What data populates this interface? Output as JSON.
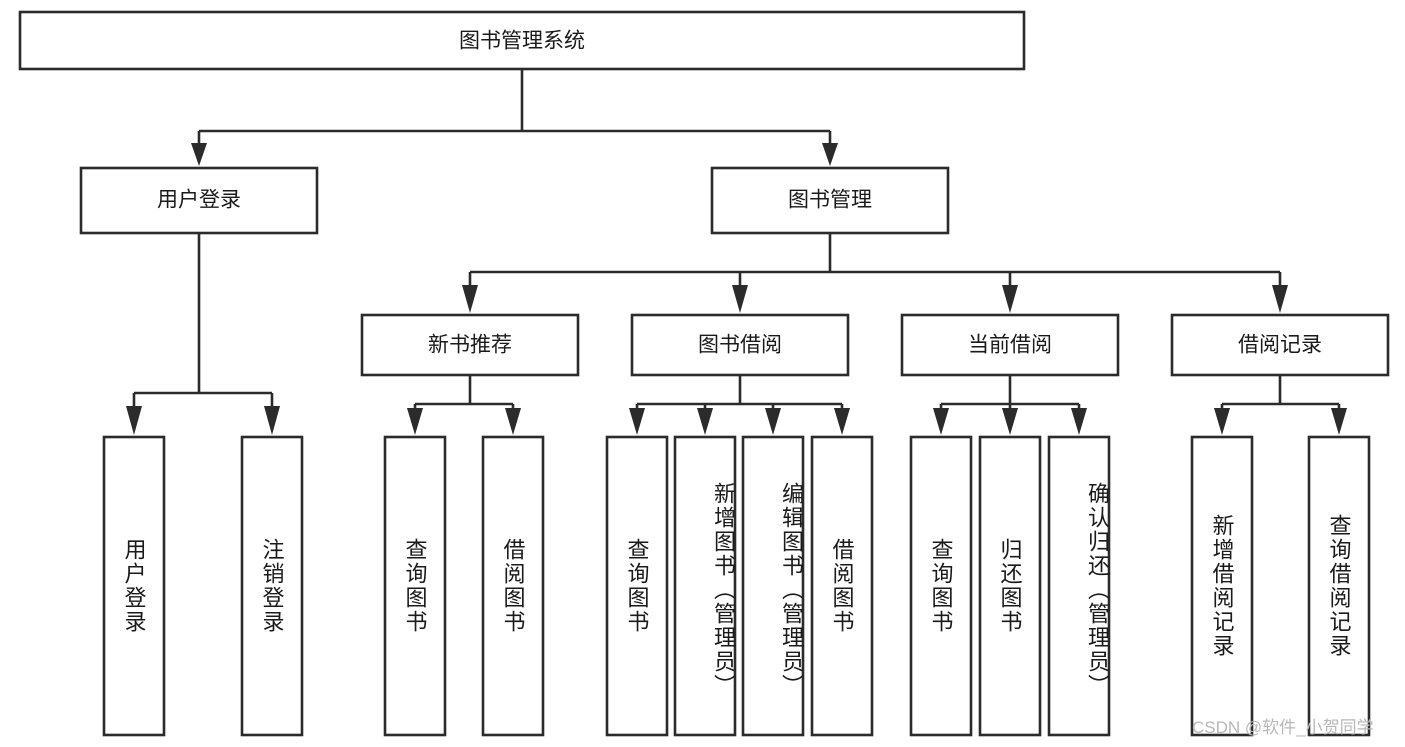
{
  "diagram": {
    "type": "tree-hierarchy",
    "title": "图书管理系统",
    "root": {
      "label": "图书管理系统"
    },
    "level2": [
      {
        "label": "用户登录"
      },
      {
        "label": "图书管理"
      }
    ],
    "level3": [
      {
        "label": "新书推荐"
      },
      {
        "label": "图书借阅"
      },
      {
        "label": "当前借阅"
      },
      {
        "label": "借阅记录"
      }
    ],
    "leaves": [
      {
        "label": "用户登录",
        "parent": "用户登录"
      },
      {
        "label": "注销登录",
        "parent": "用户登录"
      },
      {
        "label": "查询图书",
        "parent": "新书推荐"
      },
      {
        "label": "借阅图书",
        "parent": "新书推荐"
      },
      {
        "label": "查询图书",
        "parent": "图书借阅"
      },
      {
        "label": "新增图书（管理员）",
        "parent": "图书借阅"
      },
      {
        "label": "编辑图书（管理员）",
        "parent": "图书借阅"
      },
      {
        "label": "借阅图书",
        "parent": "图书借阅"
      },
      {
        "label": "查询图书",
        "parent": "当前借阅"
      },
      {
        "label": "归还图书",
        "parent": "当前借阅"
      },
      {
        "label": "确认归还（管理员）",
        "parent": "当前借阅"
      },
      {
        "label": "新增借阅记录",
        "parent": "借阅记录"
      },
      {
        "label": "查询借阅记录",
        "parent": "借阅记录"
      }
    ]
  },
  "watermark": {
    "text": "CSDN @软件_小贺同学"
  },
  "colors": {
    "stroke": "#2b2b2b",
    "background": "#ffffff",
    "text": "#1a1a1a",
    "watermark": "#b8b8b8"
  }
}
